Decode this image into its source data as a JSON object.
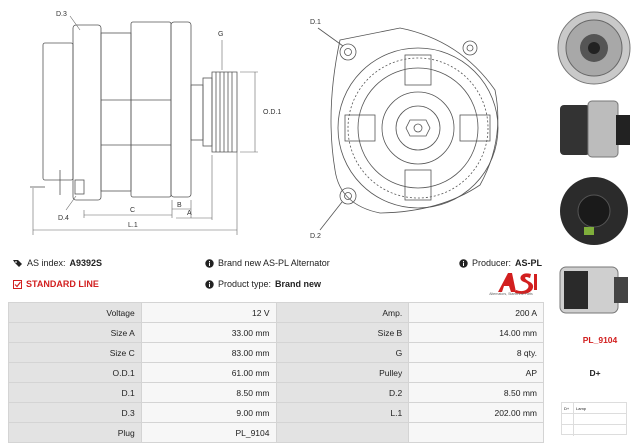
{
  "drawing": {
    "side_labels": {
      "d3": "D.3",
      "g": "G",
      "od1": "O.D.1",
      "d4": "D.4",
      "c": "C",
      "b": "B",
      "a": "A",
      "l1": "L.1"
    },
    "front_labels": {
      "d1": "D.1",
      "d2": "D.2"
    }
  },
  "info": {
    "as_index_label": "AS index:",
    "as_index_value": "A9392S",
    "standard_line": "STANDARD LINE",
    "description": "Brand new AS-PL Alternator",
    "product_type_label": "Product type:",
    "product_type_value": "Brand new",
    "producer_label": "Producer:",
    "producer_value": "AS-PL"
  },
  "logo": {
    "text": "AS",
    "tagline": "Alternators, Starters & Parts"
  },
  "specs": [
    {
      "k1": "Voltage",
      "v1": "12 V",
      "k2": "Amp.",
      "v2": "200 A"
    },
    {
      "k1": "Size A",
      "v1": "33.00 mm",
      "k2": "Size B",
      "v2": "14.00 mm"
    },
    {
      "k1": "Size C",
      "v1": "83.00 mm",
      "k2": "G",
      "v2": "8 qty."
    },
    {
      "k1": "O.D.1",
      "v1": "61.00 mm",
      "k2": "Pulley",
      "v2": "AP"
    },
    {
      "k1": "D.1",
      "v1": "8.50 mm",
      "k2": "D.2",
      "v2": "8.50 mm"
    },
    {
      "k1": "D.3",
      "v1": "9.00 mm",
      "k2": "L.1",
      "v2": "202.00 mm"
    },
    {
      "k1": "Plug",
      "v1": "PL_9104",
      "k2": "",
      "v2": ""
    }
  ],
  "plug": {
    "code": "PL_9104",
    "terminal": "D+",
    "table": [
      {
        "pin": "D+",
        "desc": "Lamp"
      }
    ]
  },
  "icons": {
    "tag": "tag-icon",
    "check": "checkbox-icon",
    "info": "info-icon"
  },
  "colors": {
    "accent": "#d21f1f",
    "key_cell": "#e3e3e3",
    "value_cell": "#f7f7f7"
  }
}
